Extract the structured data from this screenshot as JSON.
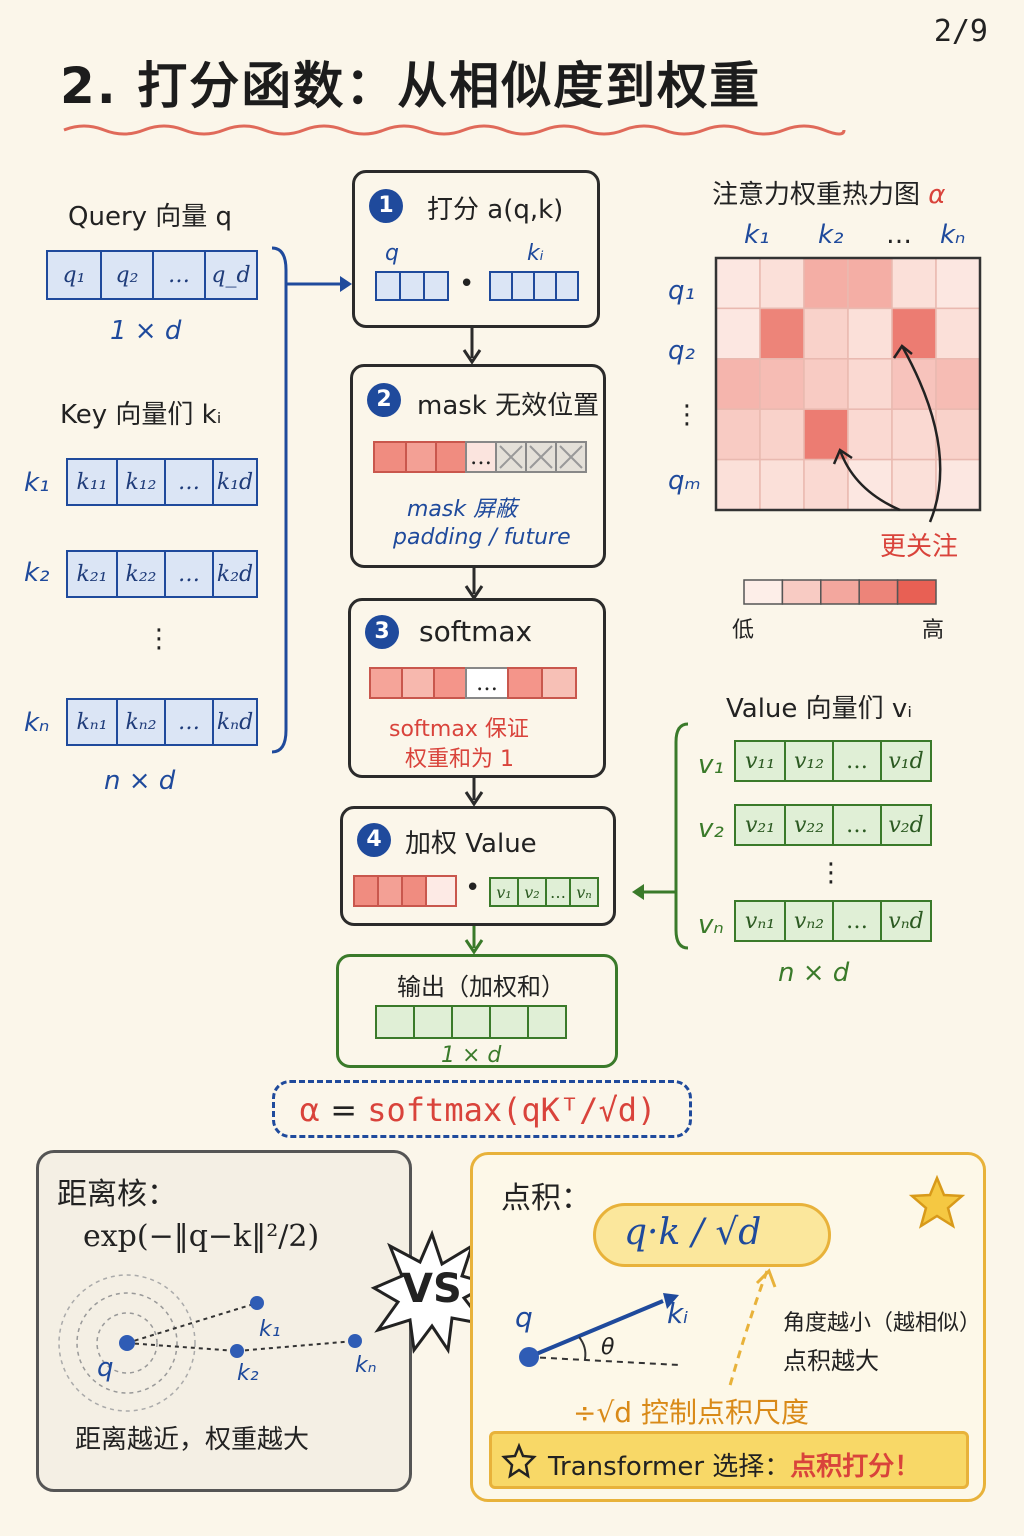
{
  "page_number": "2/9",
  "title": "2. 打分函数：从相似度到权重",
  "colors": {
    "blue": "#1f4a9c",
    "red": "#d9433b",
    "green": "#3a7a2a",
    "gold": "#e8b23a"
  },
  "query": {
    "heading": "Query 向量 q",
    "cells": [
      "q₁",
      "q₂",
      "…",
      "q_d"
    ],
    "shape": "1 × d"
  },
  "keys": {
    "heading": "Key 向量们 kᵢ",
    "rows": [
      {
        "label": "k₁",
        "cells": [
          "k₁₁",
          "k₁₂",
          "…",
          "k₁d"
        ]
      },
      {
        "label": "k₂",
        "cells": [
          "k₂₁",
          "k₂₂",
          "…",
          "k₂d"
        ]
      },
      {
        "label": "kₙ",
        "cells": [
          "kₙ₁",
          "kₙ₂",
          "…",
          "kₙd"
        ]
      }
    ],
    "ellipsis": "⋮",
    "shape": "n × d"
  },
  "steps": [
    {
      "num": "1",
      "title": "打分 a(q,k)",
      "q_label": "q",
      "k_label": "kᵢ",
      "dot": "•"
    },
    {
      "num": "2",
      "title": "mask 无效位置",
      "ellipsis": "…",
      "note1": "mask 屏蔽",
      "note2": "padding / future"
    },
    {
      "num": "3",
      "title": "softmax",
      "ellipsis": "…",
      "note1": "softmax 保证",
      "note2": "权重和为 1"
    },
    {
      "num": "4",
      "title": "加权 Value",
      "dot": "•",
      "v_cells": [
        "v₁",
        "v₂",
        "…",
        "vₙ"
      ]
    }
  ],
  "output": {
    "title": "输出（加权和）",
    "shape": "1 × d"
  },
  "formula": {
    "alpha": "α",
    "eq": "=",
    "body": "softmax(qKᵀ/√d)"
  },
  "heatmap": {
    "title": "注意力权重热力图",
    "alpha": "α",
    "col_labels": [
      "k₁",
      "k₂",
      "…",
      "kₙ"
    ],
    "row_labels": [
      "q₁",
      "q₂",
      "⋮",
      "qₘ"
    ],
    "intensity": [
      [
        0.05,
        0.1,
        0.45,
        0.45,
        0.1,
        0.05
      ],
      [
        0.05,
        0.75,
        0.2,
        0.1,
        0.8,
        0.1
      ],
      [
        0.4,
        0.35,
        0.25,
        0.15,
        0.3,
        0.35
      ],
      [
        0.25,
        0.2,
        0.8,
        0.15,
        0.15,
        0.2
      ],
      [
        0.1,
        0.1,
        0.15,
        0.05,
        0.1,
        0.05
      ]
    ],
    "annotation": "更关注",
    "legend_low": "低",
    "legend_high": "高"
  },
  "values": {
    "heading": "Value 向量们 vᵢ",
    "rows": [
      {
        "label": "v₁",
        "cells": [
          "v₁₁",
          "v₁₂",
          "…",
          "v₁d"
        ]
      },
      {
        "label": "v₂",
        "cells": [
          "v₂₁",
          "v₂₂",
          "…",
          "v₂d"
        ]
      },
      {
        "label": "vₙ",
        "cells": [
          "vₙ₁",
          "vₙ₂",
          "…",
          "vₙd"
        ]
      }
    ],
    "ellipsis": "⋮",
    "shape": "n × d"
  },
  "distance_kernel": {
    "title": "距离核：",
    "formula": "exp(−‖q−k‖²/2)",
    "q": "q",
    "k1": "k₁",
    "k2": "k₂",
    "kn": "kₙ",
    "caption": "距离越近，权重越大"
  },
  "vs": "VS",
  "dot_product": {
    "title": "点积：",
    "formula": "q·k / √d",
    "q": "q",
    "k": "kᵢ",
    "theta": "θ",
    "note1": "角度越小（越相似）",
    "note2": "点积越大",
    "scale": "÷√d 控制点积尺度",
    "banner_prefix": "Transformer 选择：",
    "banner_highlight": "点积打分！"
  }
}
